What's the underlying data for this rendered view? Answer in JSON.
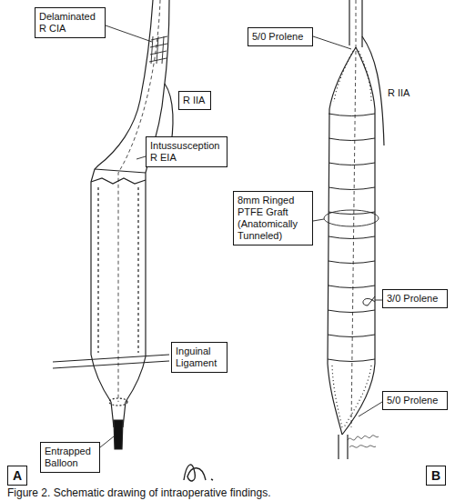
{
  "diagram": {
    "caption": "Figure 2. Schematic drawing of intraoperative findings.",
    "nodes": [
      {
        "text": [
          "Delaminated R CIA"
        ]
      },
      {
        "text": [
          "R IIA"
        ]
      },
      {
        "text": [
          "Intussusception R EIA"
        ]
      },
      {
        "text": [
          "Inguinal Ligament"
        ]
      },
      {
        "text": [
          "Entrapped Balloon"
        ]
      },
      {
        "text": [
          "A"
        ]
      },
      {
        "text": [
          "5/0 Prolene"
        ]
      },
      {
        "text": [
          "8mm Ringed PTFE Graft (Anatomically Tunneled)"
        ]
      },
      {
        "text": [
          "3/0 Prolene"
        ]
      },
      {
        "text": [
          "5/0 Prolene"
        ]
      },
      {
        "text": [
          "B"
        ]
      }
    ],
    "labels": [
      "R IIA"
    ]
  }
}
